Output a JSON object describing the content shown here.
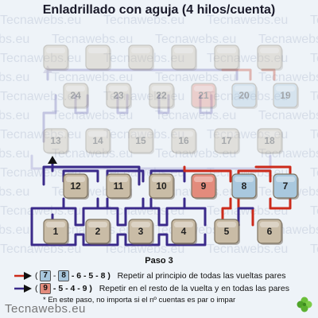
{
  "title": "Enladrillado con aguja (4 hilos/cuenta)",
  "step_label": "Paso 3",
  "watermark": "Tecnawebs.eu",
  "footer": "Tecnawebs.eu",
  "beads": {
    "faded_top": [
      "",
      "",
      "",
      "",
      "",
      ""
    ],
    "row4": [
      "24",
      "23",
      "22",
      "21",
      "20",
      "19"
    ],
    "row3": [
      "13",
      "14",
      "15",
      "16",
      "17",
      "18"
    ],
    "row2": [
      "12",
      "11",
      "10",
      "9",
      "8",
      "7"
    ],
    "row1": [
      "1",
      "2",
      "3",
      "4",
      "5",
      "6"
    ]
  },
  "highlight": {
    "red": [
      "9",
      "21"
    ],
    "blue": [
      "7",
      "8",
      "19",
      "20"
    ]
  },
  "legend": [
    {
      "open": "(",
      "chips": [
        "7",
        "8"
      ],
      "chip_colors": [
        "blue",
        "blue"
      ],
      "rest": "- 6 - 5 - 8 )",
      "text": "Repetir al principio de todas las vueltas pares",
      "arrow_color": "#cc2a1a"
    },
    {
      "open": "(",
      "chips": [
        "9"
      ],
      "chip_colors": [
        "red"
      ],
      "rest": "- 5 - 4 - 9 )",
      "text": "Repetir en el resto de la vuelta y en todas las pares",
      "arrow_color": "#3a2a8a"
    }
  ],
  "note": "* En este paso, no importa si el nº cuentas es par o impar",
  "colors": {
    "bead": "#c9bca6",
    "bead_red": "#e38b7c",
    "bead_blue": "#a9c8de",
    "thread_purple": "#3a2a8a",
    "thread_red": "#cc2a1a",
    "background": "#eef3f8"
  }
}
